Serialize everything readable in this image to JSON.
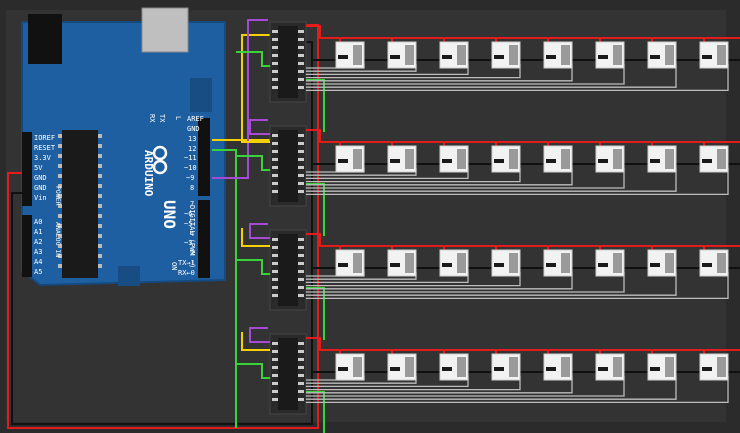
{
  "colors": {
    "canvas": "#2b2b2b",
    "panel": "#333333",
    "board": "#1d5fa0",
    "board_dark": "#174d83",
    "chip": "#1a1a1a",
    "wire_power": "#e31b1b",
    "wire_gnd": "#111111",
    "wire_data": "#f5d000",
    "wire_clock": "#3ad13a",
    "wire_latch": "#a64ad6",
    "wire_signal": "#bdbdbd",
    "switch_body": "#f2f2f2",
    "switch_slider": "#9a9a9a"
  },
  "board": {
    "brand": "ARDUINO",
    "model": "UNO",
    "on_label": "ON",
    "tx_label": "TX",
    "rx_label": "RX",
    "l_label": "L",
    "digital_label": "DIGITAL (PWM ~)",
    "power_label": "POWER",
    "analog_label": "ANALOG IN",
    "top_pins": [
      "AREF",
      "GND",
      "13",
      "12",
      "~11",
      "~10",
      "~9",
      "8"
    ],
    "bottom_pins": [
      "7",
      "~6",
      "~5",
      "4",
      "~3",
      "2",
      "TX→1",
      "RX←0"
    ],
    "power_pins": [
      "IOREF",
      "RESET",
      "3.3V",
      "5V",
      "GND",
      "GND",
      "Vin"
    ],
    "analog_pins": [
      "A0",
      "A1",
      "A2",
      "A3",
      "A4",
      "A5"
    ]
  },
  "circuit": {
    "shift_register_count": 4,
    "switches_per_row": 8
  }
}
